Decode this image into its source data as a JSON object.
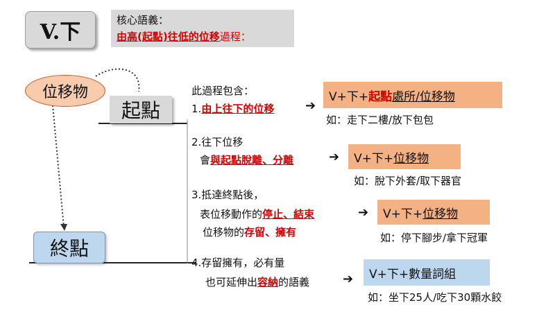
{
  "title": "V.下",
  "core": {
    "heading": "核心語義：",
    "meaning_red": "由高(起點)往低的位移",
    "meaning_tail": "過程："
  },
  "nodes": {
    "mover": "位移物",
    "start": "起點",
    "end": "終點"
  },
  "sections": [
    {
      "intro": "此過程包含：",
      "num": "1.",
      "phrase_red": "由上往下的位移",
      "formula_prefix": "V+下+",
      "formula_red": "起點",
      "formula_ul": "處所/位移物",
      "example": "如：走下二樓/放下包包"
    },
    {
      "line1": "2.往下位移",
      "line2_pre": "會",
      "line2_red": "與起點脫離、分離",
      "formula_prefix": "V+下+",
      "formula_ul": "位移物",
      "example": "如：脫下外套/取下器官"
    },
    {
      "line1": "3.抵達終點後，",
      "line2_pre": "表位移動作的",
      "line2_red": "停止、結束",
      "line3_pre": "位移物的",
      "line3_red": "存留、擁有",
      "formula_prefix": "V+下+",
      "formula_ul": "位移物",
      "example": "如：停下腳步/拿下冠軍"
    },
    {
      "line1": "4.存留擁有，必有量",
      "line2_pre": "也可延伸出",
      "line2_red": "容納",
      "line2_post": "的語義",
      "formula": "V+下+數量詞組",
      "example": "如：坐下25人/吃下30顆水餃"
    }
  ],
  "arrow": "➔",
  "colors": {
    "red": "#d40000",
    "orange_box": "#f4b183",
    "blue_box": "#bdd7ee",
    "gray_box": "#d9d9d9",
    "ellipse": "#f8cbad"
  }
}
